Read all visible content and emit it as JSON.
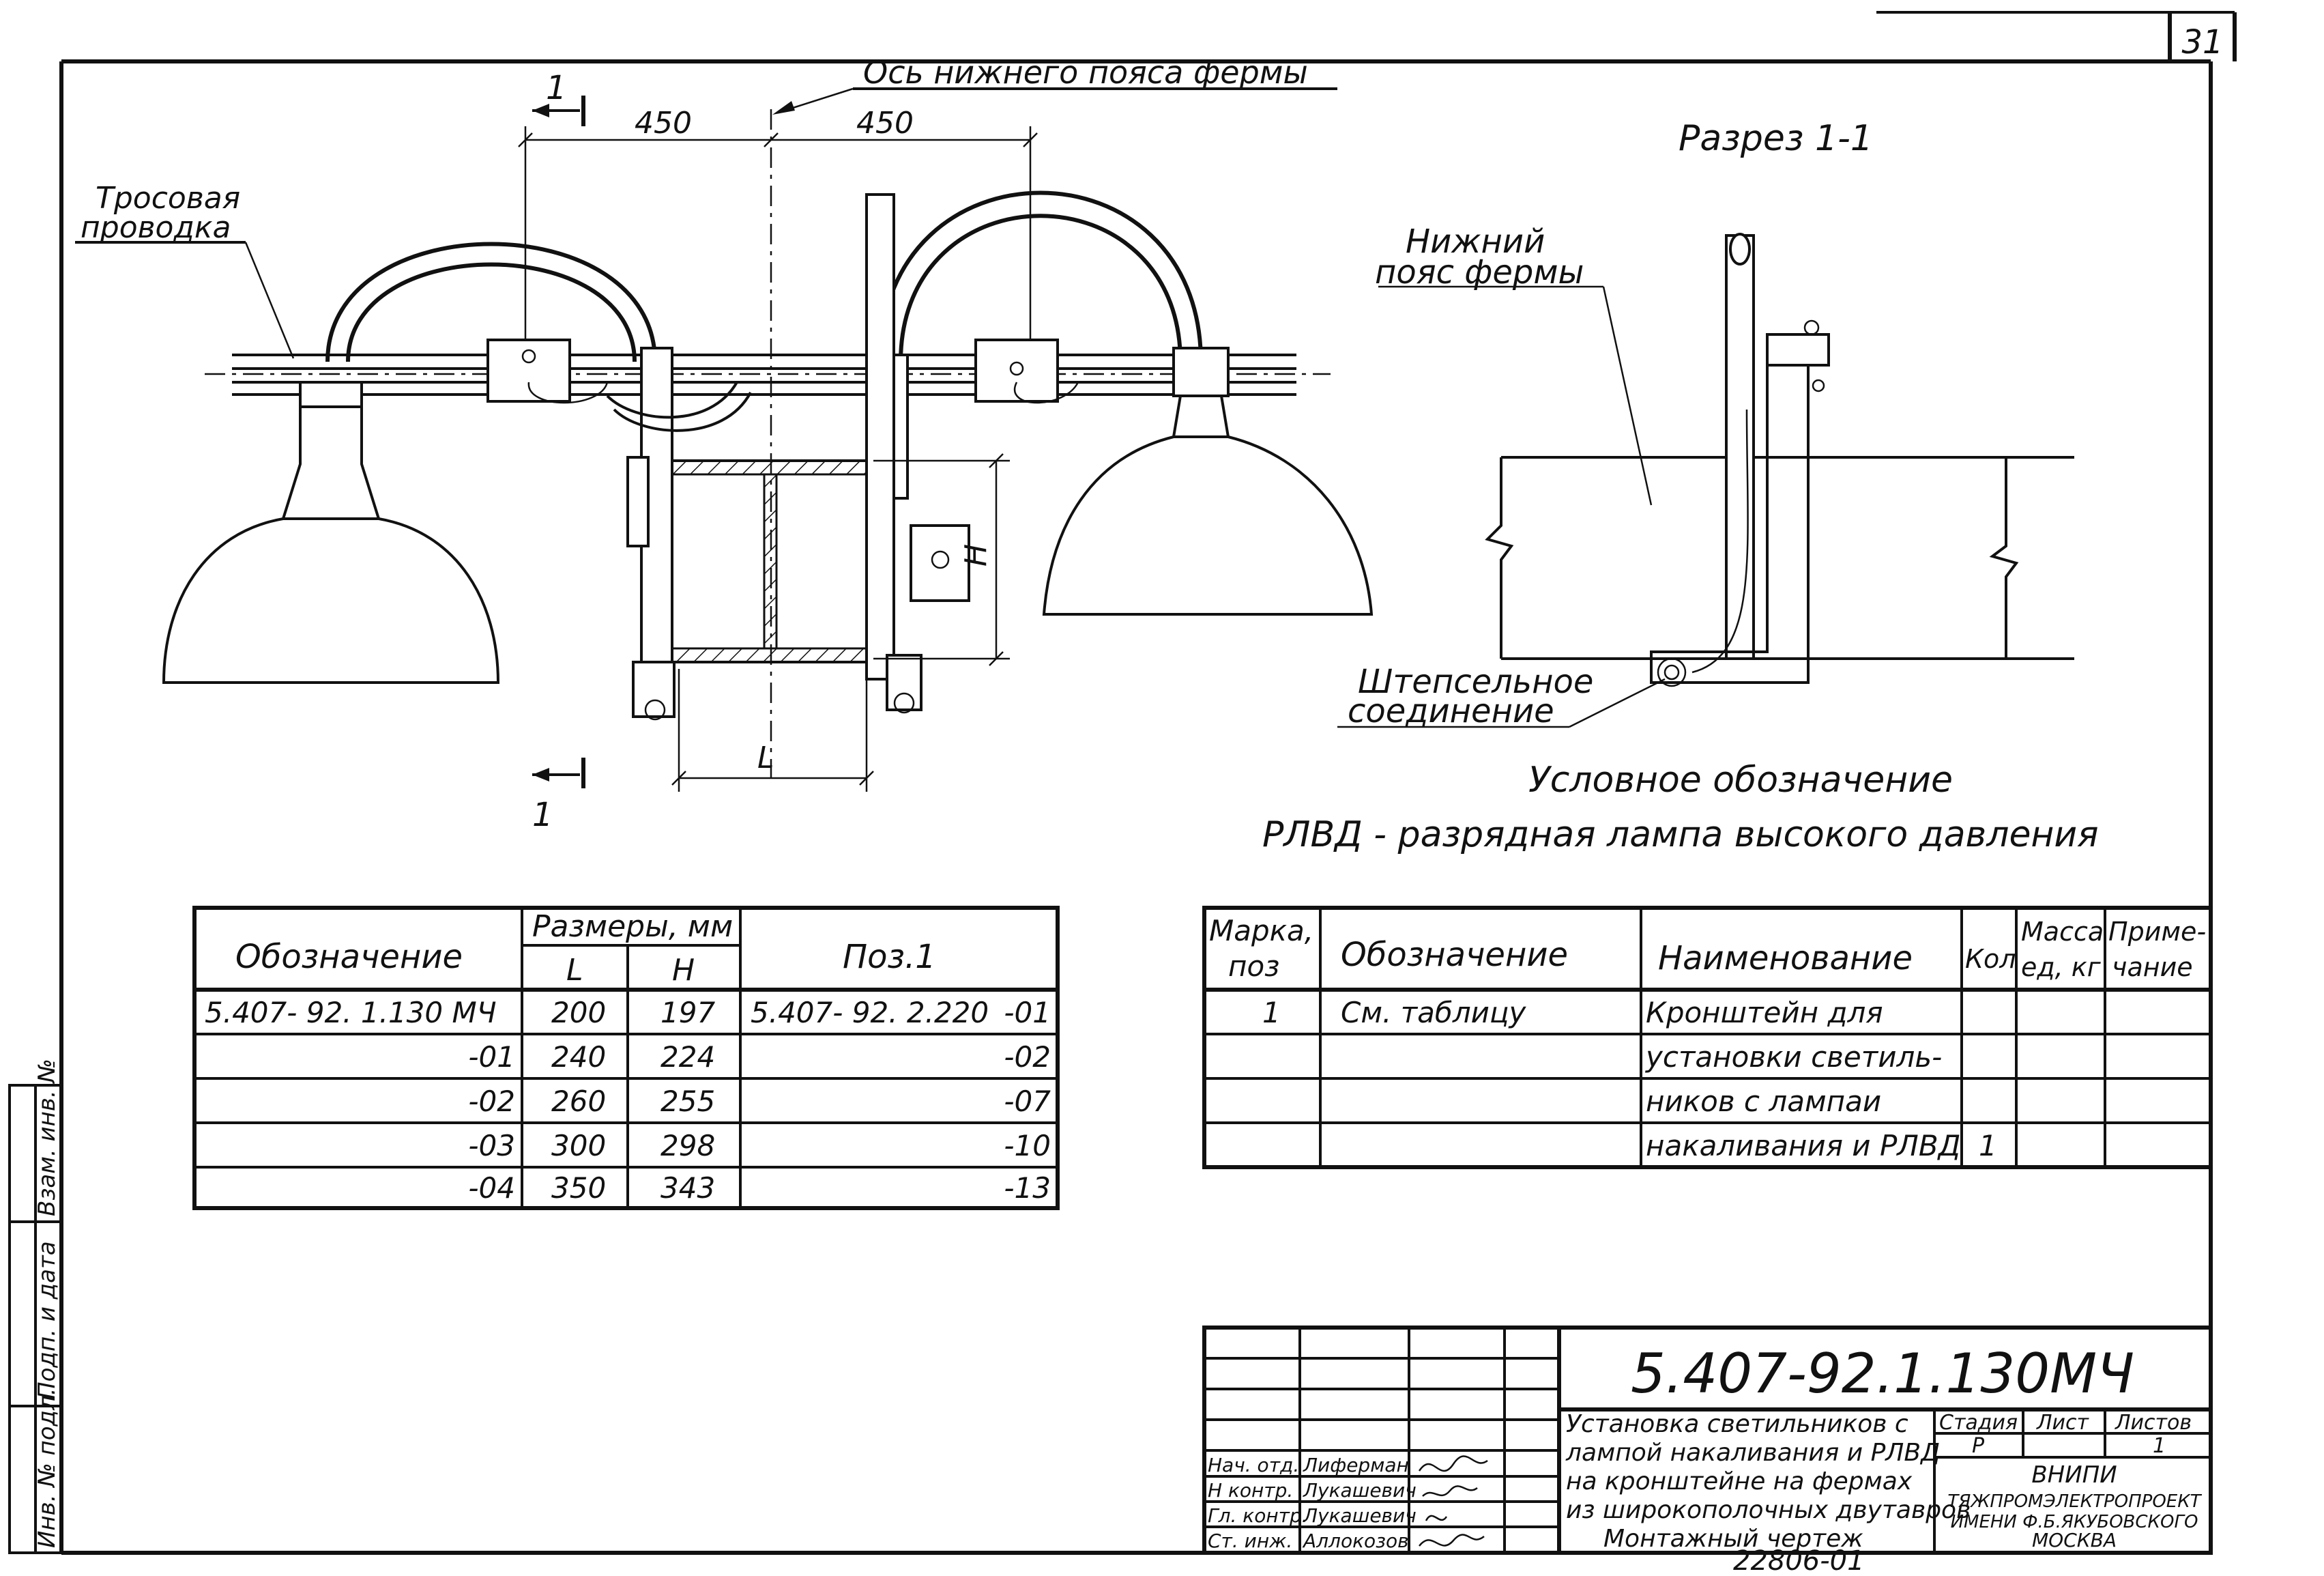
{
  "sheet": {
    "number": "31"
  },
  "drawing": {
    "truss_axis_label": "Ось нижнего пояса фермы",
    "cable_label_line1": "Тросовая",
    "cable_label_line2": "проводка",
    "dim_left": "450",
    "dim_right": "450",
    "dim_L": "L",
    "dim_H": "H",
    "section_mark": "1",
    "section_title": "Разрез 1-1",
    "lower_chord_line1": "Нижний",
    "lower_chord_line2": "пояс фермы",
    "plug_line1": "Штепсельное",
    "plug_line2": "соединение"
  },
  "legend": {
    "title": "Условное обозначение",
    "text": "РЛВД - разрядная лампа высокого давления"
  },
  "size_table": {
    "headers": {
      "designation": "Обозначение",
      "sizes": "Размеры, мм",
      "L": "L",
      "H": "H",
      "pos": "Поз.1"
    },
    "rows": [
      {
        "designation": "5.407- 92. 1.130 МЧ",
        "L": "200",
        "H": "197",
        "pos_base": "5.407- 92. 2.220",
        "pos": "-01"
      },
      {
        "designation": "-01",
        "L": "240",
        "H": "224",
        "pos_base": "",
        "pos": "-02"
      },
      {
        "designation": "-02",
        "L": "260",
        "H": "255",
        "pos_base": "",
        "pos": "-07"
      },
      {
        "designation": "-03",
        "L": "300",
        "H": "298",
        "pos_base": "",
        "pos": "-10"
      },
      {
        "designation": "-04",
        "L": "350",
        "H": "343",
        "pos_base": "",
        "pos": "-13"
      }
    ]
  },
  "spec_table": {
    "headers": {
      "mark_line1": "Марка,",
      "mark_line2": "поз",
      "designation": "Обозначение",
      "name": "Наименование",
      "qty": "Кол",
      "mass_line1": "Масса",
      "mass_line2": "ед, кг",
      "note_line1": "Приме-",
      "note_line2": "чание"
    },
    "rows": [
      {
        "mark": "1",
        "designation": "См. таблицу",
        "name": "Кронштейн для",
        "qty": ""
      },
      {
        "mark": "",
        "designation": "",
        "name": "установки светиль-",
        "qty": ""
      },
      {
        "mark": "",
        "designation": "",
        "name": "ников с лампаи",
        "qty": ""
      },
      {
        "mark": "",
        "designation": "",
        "name": "накаливания и РЛВД",
        "qty": "1"
      }
    ]
  },
  "title_block": {
    "code": "5.407-92.1.130МЧ",
    "title_lines": [
      "Установка светильников с",
      "лампой накаливания и РЛВД",
      "на кронштейне на фермах",
      "из широкополочных двутавров"
    ],
    "sheet_type": "Монтажный чертеж",
    "stage_label": "Стадия",
    "sheet_label": "Лист",
    "sheets_label": "Листов",
    "stage_value": "Р",
    "sheets_value": "1",
    "org_line1": "ВНИПИ",
    "org_line2": "ТЯЖПРОМЭЛЕКТРОПРОЕКТ",
    "org_line3": "ИМЕНИ Ф.Б.ЯКУБОВСКОГО",
    "org_line4": "МОСКВА",
    "staff": [
      {
        "role": "Нач. отд.",
        "name": "Лиферман"
      },
      {
        "role": "Н контр.",
        "name": "Лукашевич"
      },
      {
        "role": "Гл. контр.",
        "name": "Лукашевич"
      },
      {
        "role": "Ст. инж.",
        "name": "Аллокозов"
      }
    ]
  },
  "side_stamp": {
    "labels": [
      "Инв. № подл.",
      "Подп. и дата",
      "Взам. инв. №"
    ]
  },
  "footer": {
    "number": "22806-01"
  }
}
